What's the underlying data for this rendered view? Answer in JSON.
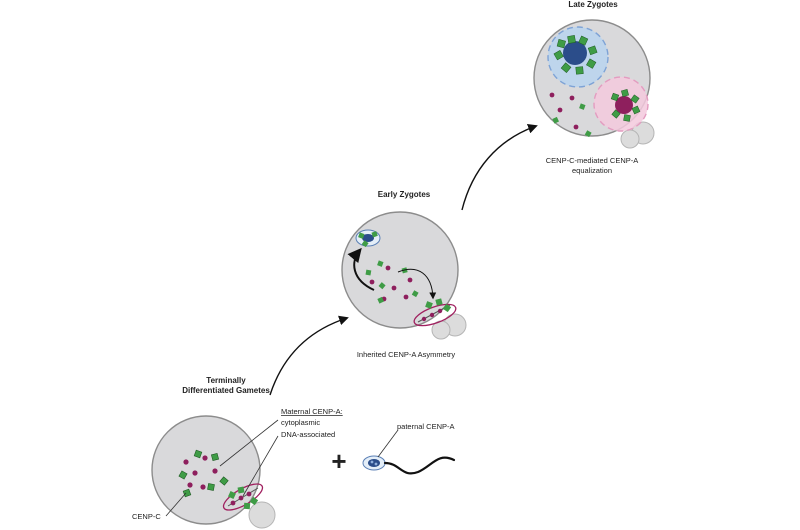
{
  "stages": {
    "gametes": {
      "title_line1": "Terminally",
      "title_line2": "Differentiated Gametes",
      "maternal_heading": "Maternal CENP-A:",
      "maternal_item1": "cytoplasmic",
      "maternal_item2": "DNA-associated",
      "cenpc_label": "CENP-C",
      "paternal_label": "paternal CENP-A"
    },
    "early": {
      "title": "Early Zygotes",
      "caption": "Inherited CENP-A Asymmetry"
    },
    "late": {
      "title": "Late Zygotes",
      "caption_line1": "CENP-C-mediated CENP-A",
      "caption_line2": "equalization"
    }
  },
  "symbols": {
    "plus": "+"
  },
  "colors": {
    "cell_fill": "#d9d9db",
    "cell_stroke": "#8c8c8c",
    "cenp_c_green": "#3f9c46",
    "cenp_a_magenta": "#8e1f5d",
    "paternal_blue": "#2b4d8a",
    "pronucleus_blue": "#b9d3ee",
    "pronucleus_pink": "#f3c9dd",
    "arrow": "#111111"
  },
  "icons": [
    "green-square-cenp-c",
    "magenta-dot-cenp-a",
    "curved-arrow",
    "sperm-icon"
  ]
}
